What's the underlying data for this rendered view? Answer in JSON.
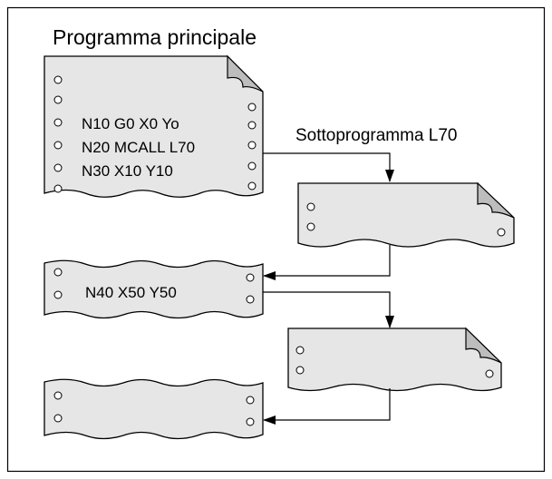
{
  "diagram": {
    "main_program_title": "Programma principale",
    "subprogram_title": "Sottoprogramma L70",
    "main_program_lines": [
      "N10 G0 X0 Yo",
      "N20 MCALL L70",
      "N30 X10 Y10"
    ],
    "block_2_line": "N40 X50 Y50",
    "colors": {
      "paper_fill": "#e6e6e6",
      "fold_fill": "#bdbdbd",
      "stroke": "#000000",
      "background": "#ffffff"
    }
  }
}
